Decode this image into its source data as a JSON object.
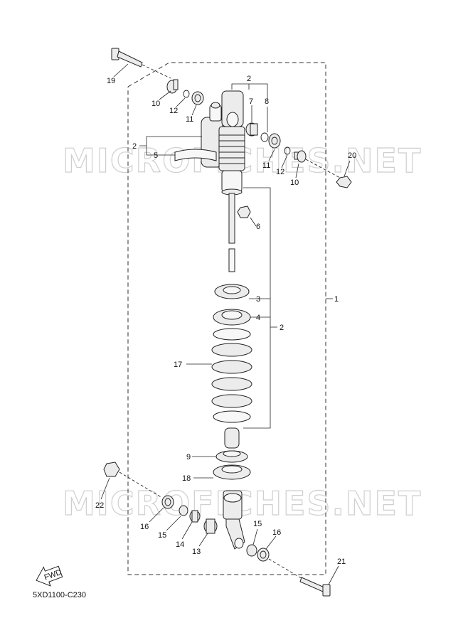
{
  "diagram_code": "5XD1100-C230",
  "fwd_label": "FWD",
  "watermark_top": "MICROFICHES.NET",
  "watermark_bottom": "MICROFICHES.NET",
  "callouts": {
    "c19": "19",
    "c10a": "10",
    "c12a": "12",
    "c11a": "11",
    "c2top": "2",
    "c7": "7",
    "c8": "8",
    "c2left": "2",
    "c5": "5",
    "c11b": "11",
    "c12b": "12",
    "c10b": "10",
    "c20": "20",
    "c6": "6",
    "c1": "1",
    "c3": "3",
    "c4": "4",
    "c2mid": "2",
    "c17": "17",
    "c9": "9",
    "c18": "18",
    "c22": "22",
    "c16a": "16",
    "c15a": "15",
    "c14": "14",
    "c13": "13",
    "c15b": "15",
    "c16b": "16",
    "c21": "21"
  }
}
